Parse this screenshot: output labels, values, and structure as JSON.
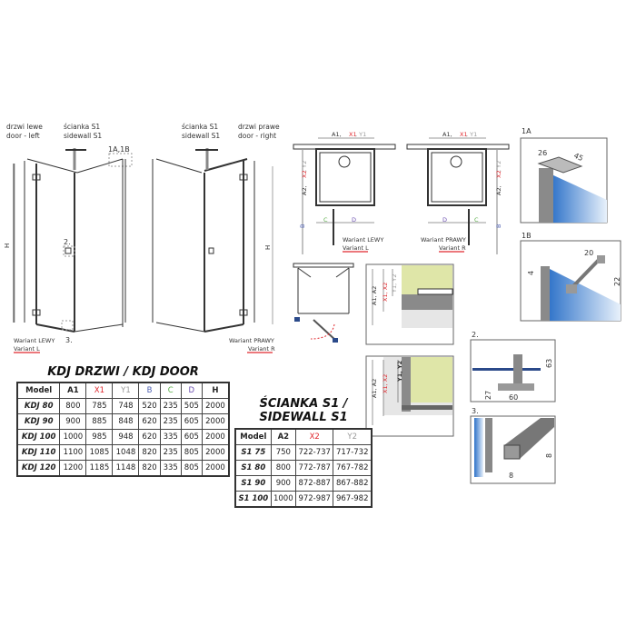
{
  "iso_left": {
    "label_door": [
      "drzwi lewe",
      "door - left"
    ],
    "label_sidewall": [
      "ścianka S1",
      "sidewall S1"
    ],
    "detail_1": "1A,1B",
    "detail_2": "2.",
    "detail_3": "3.",
    "height_label": "H",
    "variant": [
      "Wariant LEWY",
      "Variant L"
    ]
  },
  "iso_right": {
    "label_sidewall": [
      "ścianka S1",
      "sidewall S1"
    ],
    "label_door": [
      "drzwi prawe",
      "door - right"
    ],
    "height_label": "H",
    "variant": [
      "Wariant PRAWY",
      "Variant R"
    ]
  },
  "plan_left": {
    "width_label": [
      "A1, ",
      "X1",
      ", Y1"
    ],
    "depth_label": [
      "A2, ",
      "X2",
      ", Y2"
    ],
    "b": "B",
    "c": "C",
    "d": "D",
    "variant": [
      "Wariant LEWY",
      "Variant L"
    ]
  },
  "plan_right": {
    "width_label": [
      "A1, ",
      "X1",
      ", Y1"
    ],
    "depth_label": [
      "A2, ",
      "X2",
      ", Y2"
    ],
    "b": "B",
    "c": "C",
    "d": "D",
    "variant": [
      "Wariant PRAWY",
      "Variant R"
    ]
  },
  "detail_top": {
    "a": "A1, A2",
    "x": "X1, X2",
    "y": "Y1, Y2"
  },
  "detail_bottom": {
    "a": "A1, A2",
    "x": "X1, X2",
    "y": "Y1, Y2"
  },
  "detail_1a": {
    "title": "1A",
    "dim1": "26",
    "dim2": "45"
  },
  "detail_1b": {
    "title": "1B",
    "dim1": "20",
    "dim2": "4",
    "dim3": "22"
  },
  "detail_2": {
    "title": "2.",
    "dim1": "63",
    "dim2": "27",
    "dim3": "60"
  },
  "detail_3": {
    "title": "3.",
    "dim1": "8",
    "dim2": "8"
  },
  "colors": {
    "x": "#e0282e",
    "y": "#999999",
    "b": "#4a5db0",
    "c": "#5aae48",
    "d": "#6c4fb0",
    "glass": "#4a90d9",
    "wall": "#dfe6a8"
  },
  "door_table": {
    "title": "KDJ DRZWI / KDJ DOOR",
    "headers": [
      "Model",
      "A1",
      "X1",
      "Y1",
      "B",
      "C",
      "D",
      "H"
    ],
    "rows": [
      [
        "KDJ 80",
        "800",
        "785",
        "748",
        "520",
        "235",
        "505",
        "2000"
      ],
      [
        "KDJ 90",
        "900",
        "885",
        "848",
        "620",
        "235",
        "605",
        "2000"
      ],
      [
        "KDJ 100",
        "1000",
        "985",
        "948",
        "620",
        "335",
        "605",
        "2000"
      ],
      [
        "KDJ 110",
        "1100",
        "1085",
        "1048",
        "820",
        "235",
        "805",
        "2000"
      ],
      [
        "KDJ 120",
        "1200",
        "1185",
        "1148",
        "820",
        "335",
        "805",
        "2000"
      ]
    ]
  },
  "sidewall_table": {
    "title": [
      "ŚCIANKA S1 /",
      "SIDEWALL S1"
    ],
    "headers": [
      "Model",
      "A2",
      "X2",
      "Y2"
    ],
    "rows": [
      [
        "S1 75",
        "750",
        "722-737",
        "717-732"
      ],
      [
        "S1 80",
        "800",
        "772-787",
        "767-782"
      ],
      [
        "S1 90",
        "900",
        "872-887",
        "867-882"
      ],
      [
        "S1 100",
        "1000",
        "972-987",
        "967-982"
      ]
    ]
  }
}
